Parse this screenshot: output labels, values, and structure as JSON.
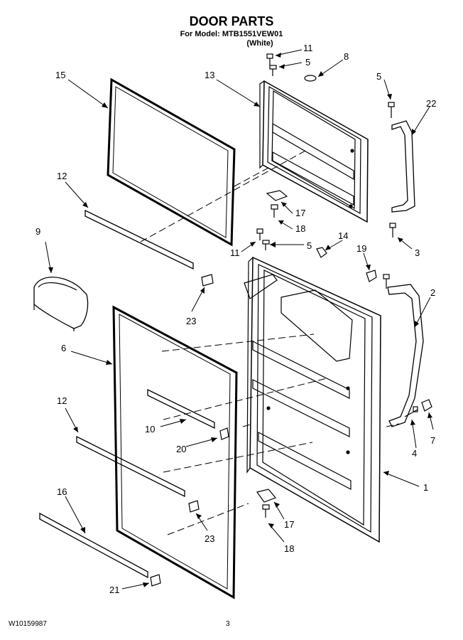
{
  "header": {
    "title": "DOOR PARTS",
    "model_line": "For Model: MTB1551VEW01",
    "color_line": "(White)"
  },
  "footer": {
    "document_number": "W10159987",
    "page_number": "3"
  },
  "callouts": [
    "11",
    "5",
    "8",
    "5",
    "22",
    "15",
    "13",
    "12",
    "17",
    "18",
    "9",
    "11",
    "5",
    "14",
    "19",
    "3",
    "2",
    "23",
    "6",
    "10",
    "20",
    "12",
    "4",
    "7",
    "1",
    "16",
    "23",
    "17",
    "18",
    "21"
  ]
}
